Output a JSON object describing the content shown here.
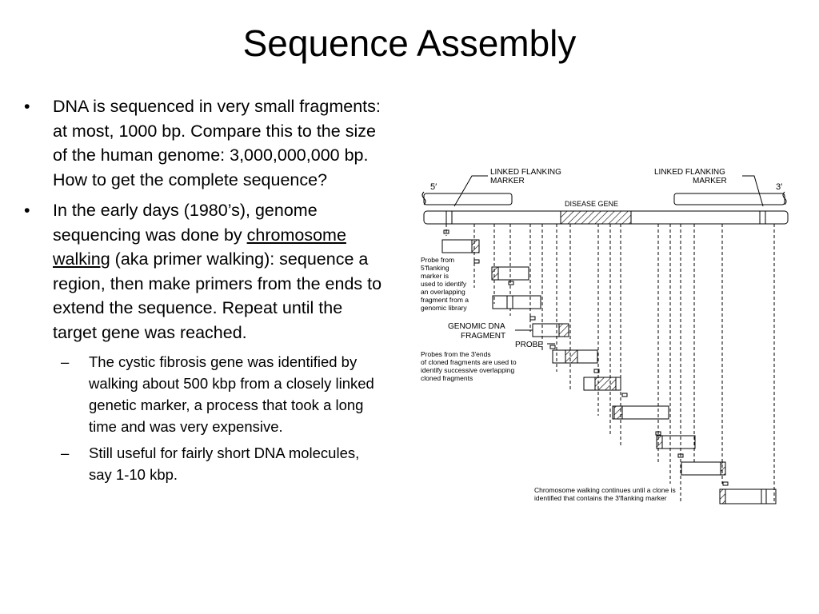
{
  "title": "Sequence Assembly",
  "bullets": [
    {
      "text": "DNA is sequenced in very small fragments: at most, 1000 bp. Compare this to the size of the human genome: 3,000,000,000 bp. How to get the complete sequence?"
    },
    {
      "text_before": "In the early days (1980’s), genome sequencing was done by ",
      "link": "chromosome walking",
      "text_after": " (aka primer walking): sequence a region, then make primers from the ends to extend the sequence.  Repeat until the target gene was reached."
    }
  ],
  "subbullets": [
    "The cystic fibrosis gene was identified by walking about 500 kbp from a closely linked genetic marker, a process that took a long time and was very expensive.",
    "Still useful for fairly short DNA molecules, say 1-10 kbp."
  ],
  "figure": {
    "left_marker_1": "LINKED FLANKING",
    "left_marker_2": "MARKER",
    "right_marker_1": "LINKED FLANKING",
    "right_marker_2": "MARKER",
    "five_prime": "5′",
    "three_prime": "3′",
    "disease_gene": "DISEASE GENE",
    "probe_5_lines": [
      "Probe from",
      "5′flanking",
      "marker is",
      "used to identify",
      "an overlapping",
      "fragment from a",
      "genomic library"
    ],
    "genomic_fragment_1": "GENOMIC DNA",
    "genomic_fragment_2": "FRAGMENT",
    "probe": "PROBE",
    "probe_3_lines": [
      "Probes from the 3′ends",
      "of cloned fragments are used to",
      "identify successive overlapping",
      "cloned fragments"
    ],
    "walk_lines": [
      "Chromosome walking continues until a clone is",
      "identified that contains the 3′flanking marker"
    ]
  }
}
